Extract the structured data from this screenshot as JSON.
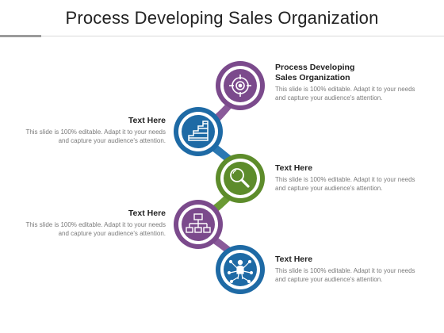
{
  "title": "Process Developing Sales Organization",
  "colors": {
    "purple": "#7b4a8c",
    "blue": "#1e6aa5",
    "green": "#5d8c2b",
    "ring": "#d6d6d6",
    "connector_purple": "#8a5a9a",
    "connector_blue": "#2a78b2",
    "connector_green": "#6a9a34"
  },
  "steps": [
    {
      "heading": "Process Developing\nSales Organization",
      "description": "This slide is 100% editable. Adapt it to your needs and capture your audience's attention.",
      "icon": "target-icon",
      "color": "purple"
    },
    {
      "heading": "Text Here",
      "description": "This slide is 100% editable. Adapt it to your needs and capture your audience's attention.",
      "icon": "stairs-icon",
      "color": "blue"
    },
    {
      "heading": "Text Here",
      "description": "This slide is 100% editable. Adapt it to your needs and capture your audience's attention.",
      "icon": "magnifier-icon",
      "color": "green"
    },
    {
      "heading": "Text Here",
      "description": "This slide is 100% editable. Adapt it to your needs and capture your audience's attention.",
      "icon": "org-chart-icon",
      "color": "purple"
    },
    {
      "heading": "Text Here",
      "description": "This slide is 100% editable. Adapt it to your needs and capture your audience's attention.",
      "icon": "network-person-icon",
      "color": "blue"
    }
  ]
}
